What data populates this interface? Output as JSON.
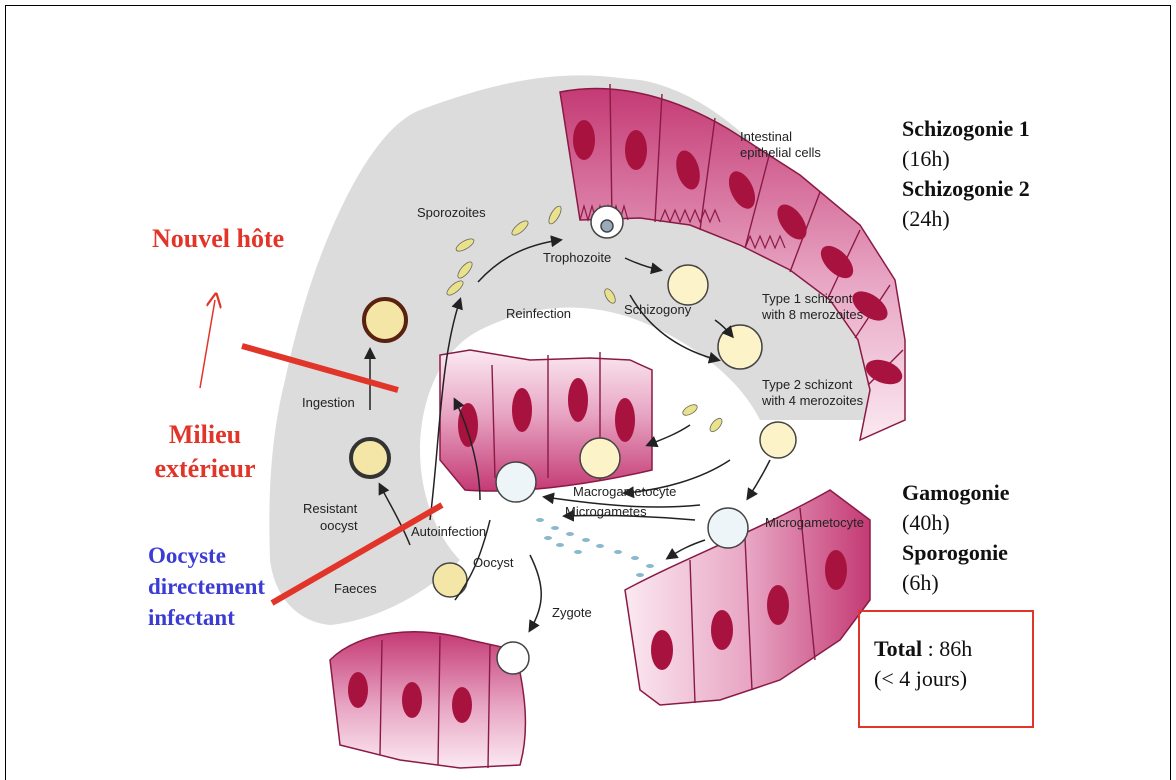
{
  "diagram": {
    "labels": {
      "intestinal": [
        "Intestinal",
        "epithelial cells"
      ],
      "sporozoites": "Sporozoites",
      "trophozoite": "Trophozoite",
      "reinfection": "Reinfection",
      "schizogony": "Schizogony",
      "type1": [
        "Type 1 schizont",
        "with 8 merozoites"
      ],
      "type2": [
        "Type 2 schizont",
        "with 4 merozoites"
      ],
      "ingestion": "Ingestion",
      "resistant": [
        "Resistant",
        "oocyst"
      ],
      "autoinfection": "Autoinfection",
      "macrogametocyte": "Macrogametocyte",
      "microgametes": "Microgametes",
      "microgametocyte": "Microgametocyte",
      "faeces": "Faeces",
      "oocyst": "Oocyst",
      "zygote": "Zygote"
    }
  },
  "annotations": {
    "nouvel_hote": "Nouvel hôte",
    "milieu": [
      "Milieu",
      "extérieur"
    ],
    "oocyste": [
      "Oocyste",
      "directement",
      "infectant"
    ]
  },
  "durations": {
    "schizogonie1": "Schizogonie 1",
    "schizogonie1_time": "(16h)",
    "schizogonie2": "Schizogonie 2",
    "schizogonie2_time": "(24h)",
    "gamogonie": "Gamogonie",
    "gamogonie_time": "(40h)",
    "sporogonie": "Sporogonie",
    "sporogonie_time": "(6h)",
    "total_label": "Total",
    "total_value": " : 86h",
    "total_note": "(< 4 jours)"
  },
  "colors": {
    "cell": "#c43a74",
    "nucleus": "#a8123f",
    "lumen": "#dcdcdc",
    "accent_red": "#e2352a",
    "accent_blue": "#3b3bd6"
  }
}
